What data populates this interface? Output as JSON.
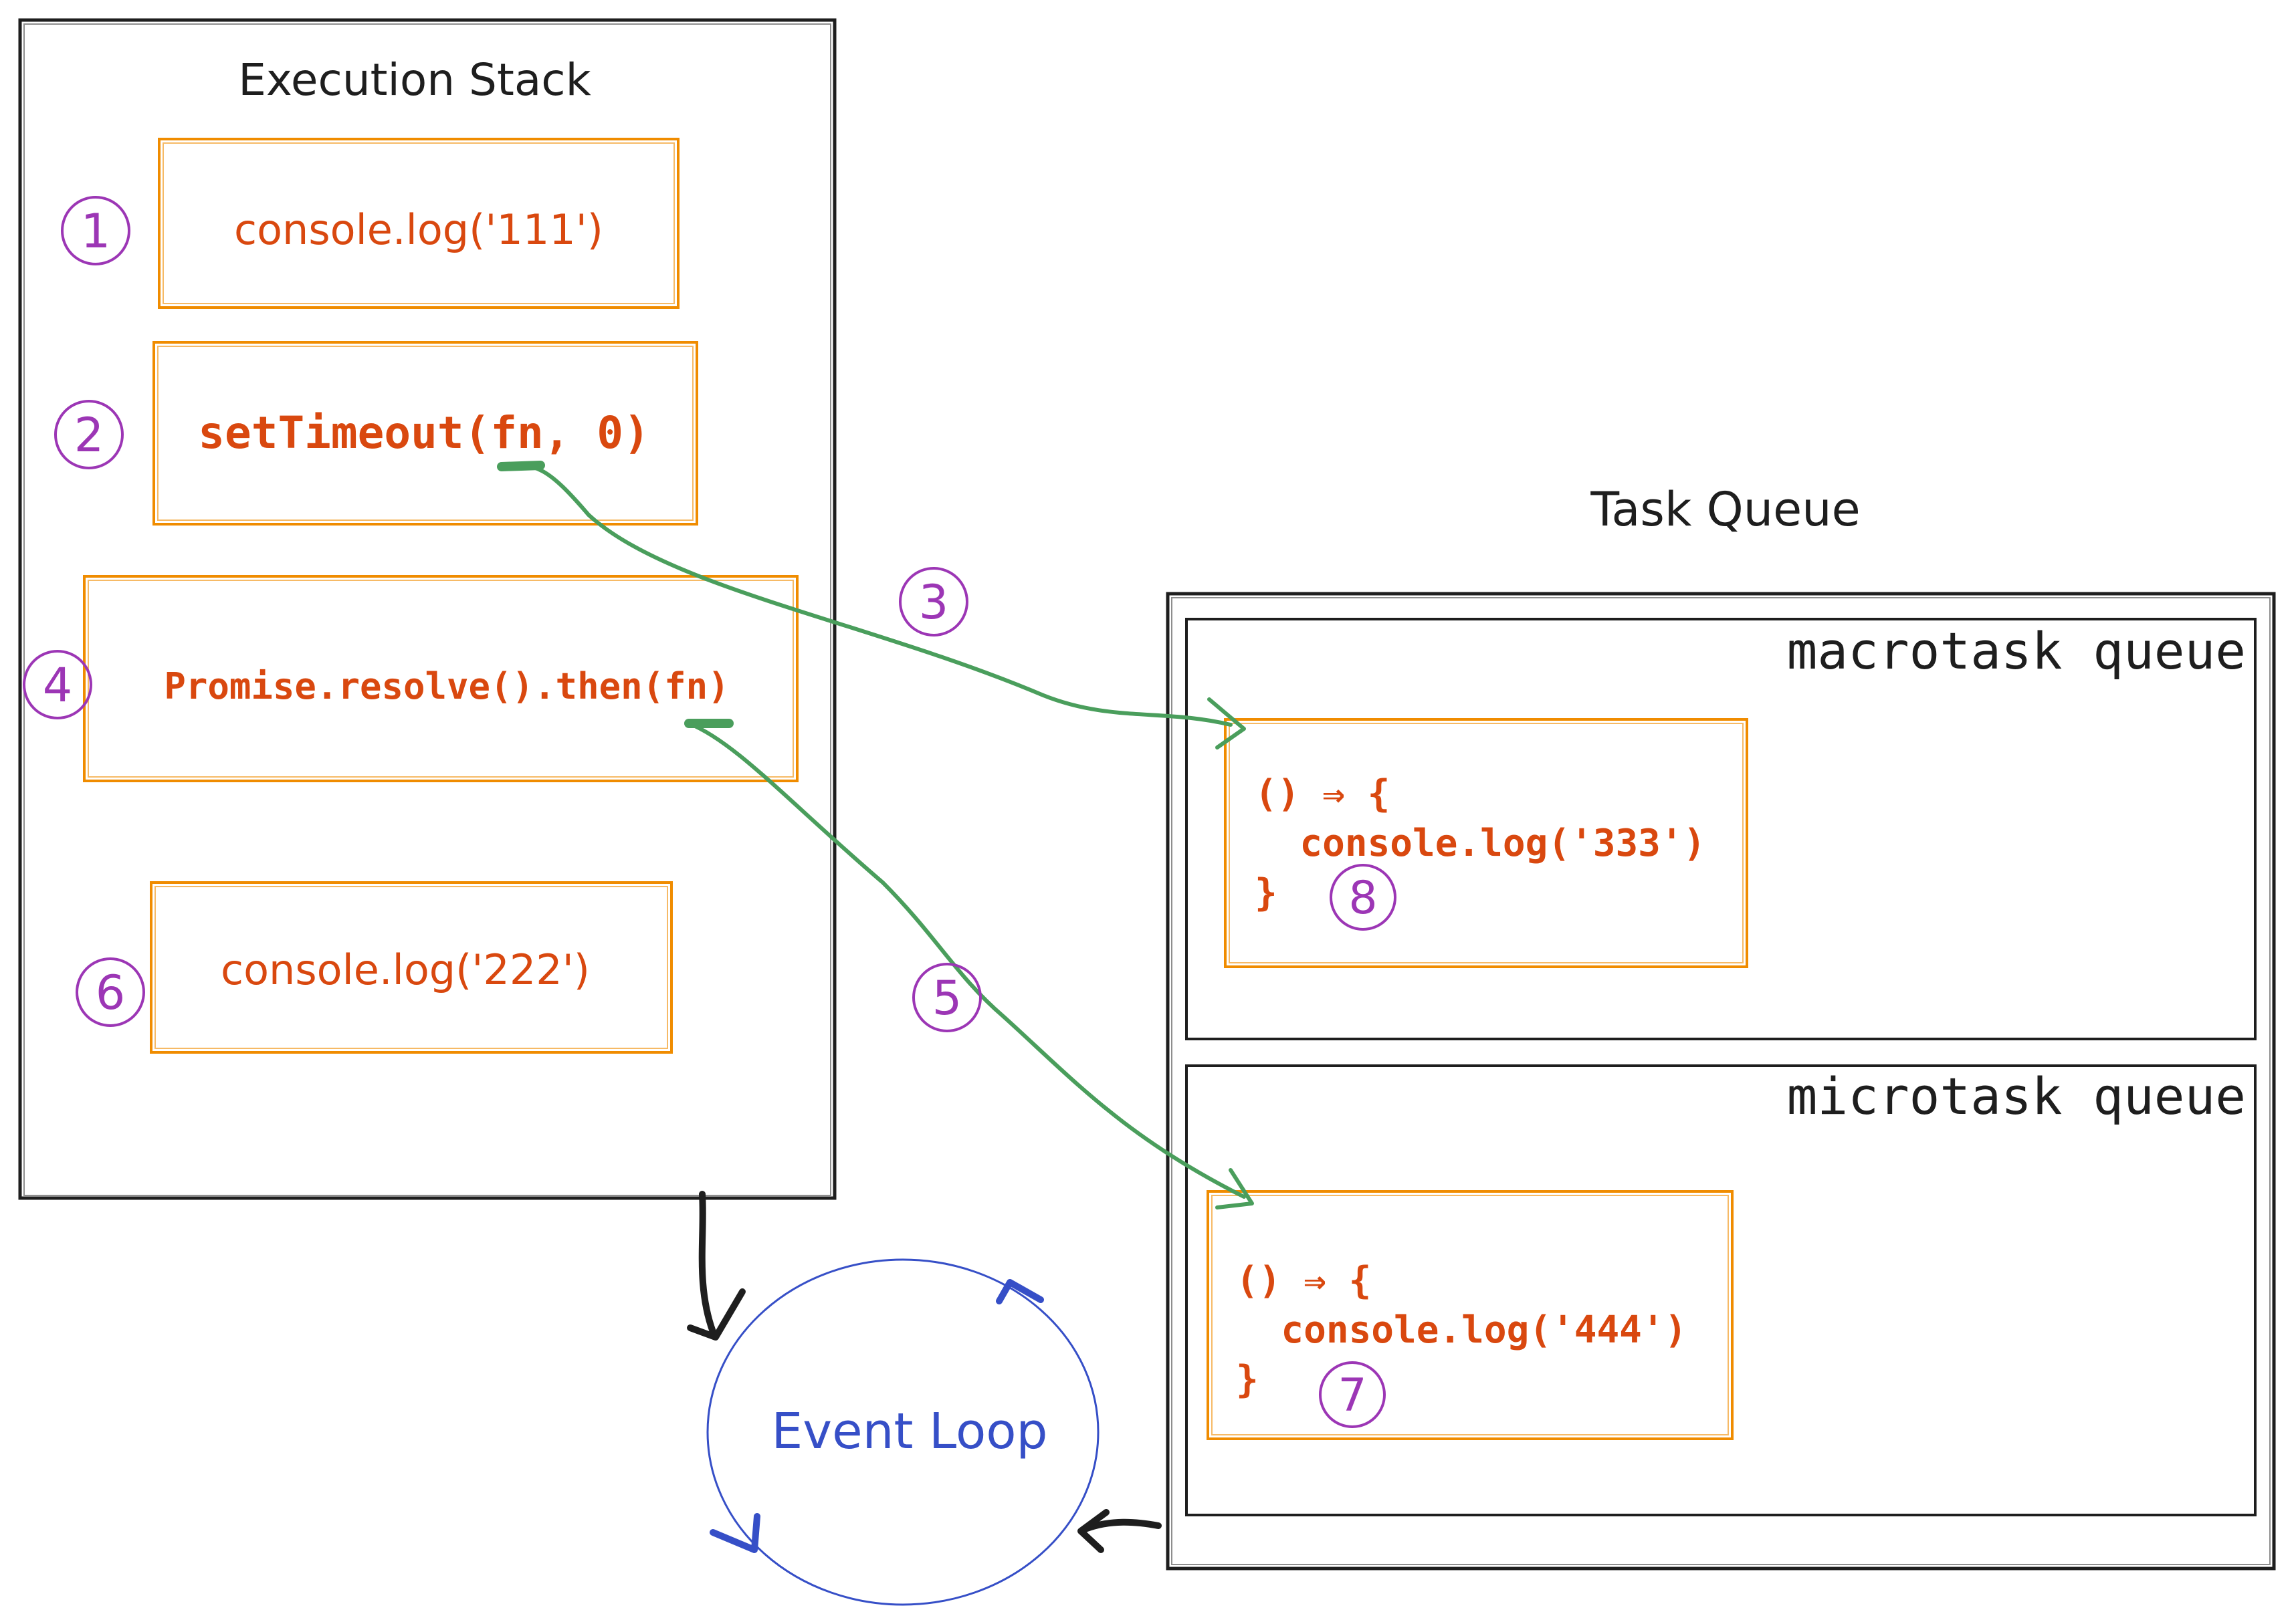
{
  "colors": {
    "ink": "#1e1e1e",
    "code": "#d9480f",
    "box_stroke": "#f08c00",
    "step_badge": "#9c36b5",
    "flow_arrow": "#4a9e5c",
    "event_loop": "#364fc7"
  },
  "execution_stack": {
    "title": "Execution Stack",
    "items": [
      {
        "step": "1",
        "code": "console.log('111')"
      },
      {
        "step": "2",
        "code": "setTimeout(fn, 0)"
      },
      {
        "step": "4",
        "code": "Promise.resolve().then(fn)"
      },
      {
        "step": "6",
        "code": "console.log('222')"
      }
    ]
  },
  "task_queue": {
    "title": "Task Queue",
    "macrotask": {
      "title": "macrotask queue",
      "callback": {
        "lines": [
          "() ⇒ {",
          "  console.log('333')",
          "}"
        ],
        "step": "8"
      }
    },
    "microtask": {
      "title": "microtask queue",
      "callback": {
        "lines": [
          "() ⇒ {",
          "  console.log('444')",
          "}"
        ],
        "step": "7"
      }
    }
  },
  "arrows": [
    {
      "step": "3",
      "from": "setTimeout fn",
      "to": "macrotask queue"
    },
    {
      "step": "5",
      "from": "then fn",
      "to": "microtask queue"
    }
  ],
  "event_loop": {
    "label": "Event Loop"
  }
}
